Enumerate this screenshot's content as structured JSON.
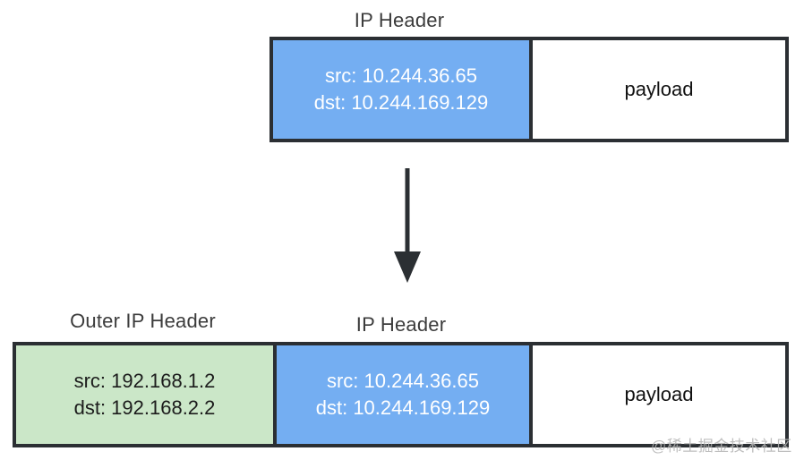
{
  "diagram": {
    "title_top": "IP Header",
    "top_packet": {
      "segments": [
        {
          "kind": "ip-header",
          "label": "IP Header",
          "fill": "#74aef2",
          "text_color": "#ffffff",
          "lines": [
            "src: 10.244.36.65",
            "dst: 10.244.169.129"
          ]
        },
        {
          "kind": "payload",
          "label": "",
          "fill": "#ffffff",
          "text_color": "#111111",
          "lines": [
            "payload"
          ]
        }
      ]
    },
    "bottom_packet": {
      "segments": [
        {
          "kind": "outer-ip-header",
          "label": "Outer IP Header",
          "fill": "#cbe7c8",
          "text_color": "#1c1c1c",
          "lines": [
            "src: 192.168.1.2",
            "dst: 192.168.2.2"
          ]
        },
        {
          "kind": "ip-header",
          "label": "IP Header",
          "fill": "#74aef2",
          "text_color": "#ffffff",
          "lines": [
            "src: 10.244.36.65",
            "dst: 10.244.169.129"
          ]
        },
        {
          "kind": "payload",
          "label": "",
          "fill": "#ffffff",
          "text_color": "#111111",
          "lines": [
            "payload"
          ]
        }
      ]
    },
    "arrow": {
      "name": "encapsulation-arrow",
      "direction": "down",
      "color": "#2b2f33"
    },
    "labels": {
      "top_ip_header": "IP Header",
      "bottom_outer_ip_header": "Outer IP Header",
      "bottom_ip_header": "IP Header"
    },
    "colors": {
      "border": "#2b2f33",
      "blue_fill": "#74aef2",
      "green_fill": "#cbe7c8",
      "white_fill": "#ffffff",
      "caption": "#3c3c3c"
    }
  },
  "watermark": {
    "text": "@稀土掘金技术社区"
  }
}
